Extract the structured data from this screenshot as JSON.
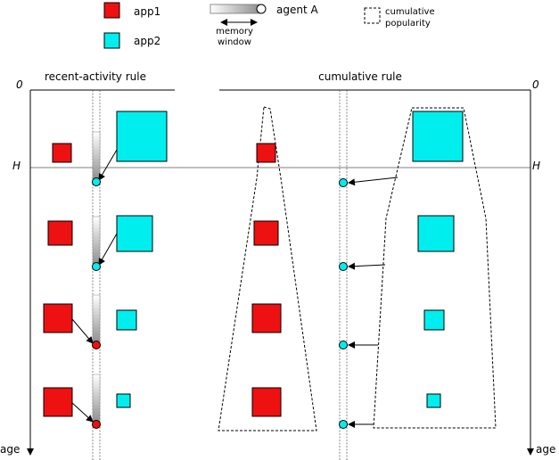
{
  "legend": {
    "app1": "app1",
    "app2": "app2",
    "agent": "agent A",
    "memory_line1": "memory",
    "memory_line2": "window",
    "cumulative_line1": "cumulative",
    "cumulative_line2": "popularity"
  },
  "panels": {
    "left_title": "recent-activity rule",
    "right_title": "cumulative rule"
  },
  "axis": {
    "zero": "0",
    "h": "H",
    "age": "age"
  },
  "colors": {
    "app1": "#ee1111",
    "app2": "#00eeee"
  }
}
